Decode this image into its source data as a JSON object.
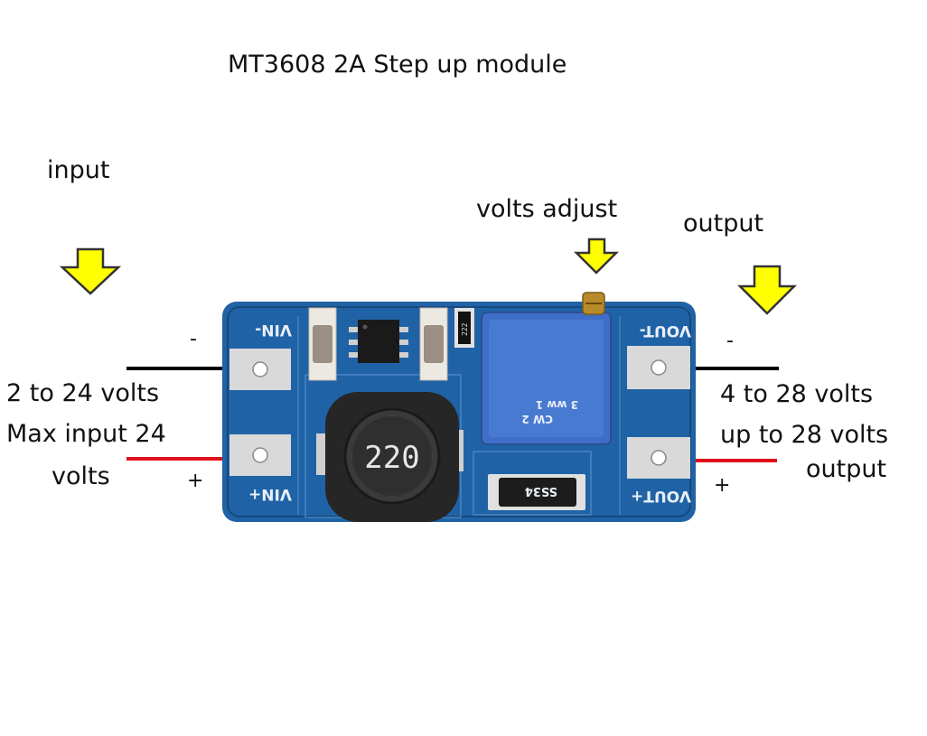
{
  "title": "MT3608  2A  Step up module",
  "labels": {
    "input": "input",
    "volts_adjust": "volts adjust",
    "output": "output",
    "input_range": "2 to 24 volts",
    "max_input": "Max input 24",
    "max_input_unit": "volts",
    "output_range": "4  to 28 volts",
    "output_max": "up to  28 volts",
    "output_word": "output",
    "minus_left": "-",
    "plus_left": "+",
    "minus_right": "-",
    "plus_right": "+"
  },
  "board": {
    "vin_minus": "VIN-",
    "vin_plus": "VIN+",
    "vout_minus": "VOUT-",
    "vout_plus": "VOUT+",
    "inductor": "220",
    "diode": "SS34",
    "trimmer_code": "3 ww 1",
    "trimmer_cw": "CW  2",
    "small_part": "222"
  },
  "colors": {
    "pcb": "#1f63a6",
    "pcb_dark": "#16497e",
    "arrow_fill": "#ffff00",
    "arrow_stroke": "#333333",
    "wire_negative": "#000000",
    "wire_positive": "#e0101a",
    "trimmer": "#3f6ec9",
    "pad": "#d9d9d9"
  }
}
